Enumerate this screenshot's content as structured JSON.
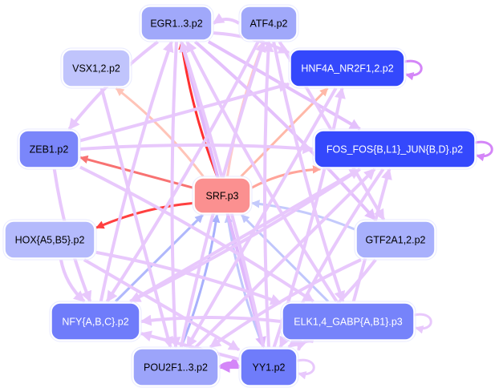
{
  "nodes": [
    {
      "id": "EGR",
      "label": "EGR1..3.p2",
      "fill": "#a0a8fa",
      "text": "#000000"
    },
    {
      "id": "ATF4",
      "label": "ATF4.p2",
      "fill": "#a0a8fa",
      "text": "#000000"
    },
    {
      "id": "VSX",
      "label": "VSX1,2.p2",
      "fill": "#c0c4fc",
      "text": "#000000"
    },
    {
      "id": "HNF4A",
      "label": "HNF4A_NR2F1,2.p2",
      "fill": "#3448fc",
      "text": "#ffffff"
    },
    {
      "id": "ZEB1",
      "label": "ZEB1.p2",
      "fill": "#7a86fa",
      "text": "#000000"
    },
    {
      "id": "FOS",
      "label": "FOS_FOS{B,L1}_JUN{B,D}.p2",
      "fill": "#3448fc",
      "text": "#ffffff"
    },
    {
      "id": "SRF",
      "label": "SRF.p3",
      "fill": "#fb9090",
      "text": "#000000"
    },
    {
      "id": "HOX",
      "label": "HOX{A5,B5}.p2",
      "fill": "#b4bafc",
      "text": "#000000"
    },
    {
      "id": "GTF2A1",
      "label": "GTF2A1,2.p2",
      "fill": "#a8b0fc",
      "text": "#000000"
    },
    {
      "id": "NFY",
      "label": "NFY{A,B,C}.p2",
      "fill": "#6f7cfa",
      "text": "#ffffff"
    },
    {
      "id": "ELK1",
      "label": "ELK1,4_GABP{A,B1}.p3",
      "fill": "#7683fa",
      "text": "#ffffff"
    },
    {
      "id": "POU2F1",
      "label": "POU2F1..3.p2",
      "fill": "#9ca4fa",
      "text": "#000000"
    },
    {
      "id": "YY1",
      "label": "YY1.p2",
      "fill": "#6f7cfa",
      "text": "#000000"
    }
  ],
  "edges": [
    {
      "from": "SRF",
      "to": "EGR",
      "color": "#ff3030"
    },
    {
      "from": "SRF",
      "to": "ZEB1",
      "color": "#f87272"
    },
    {
      "from": "SRF",
      "to": "HOX",
      "color": "#ff4040"
    },
    {
      "from": "SRF",
      "to": "FOS",
      "color": "#ffa49a"
    },
    {
      "from": "SRF",
      "to": "HNF4A",
      "color": "#ffb8a8"
    },
    {
      "from": "SRF",
      "to": "VSX",
      "color": "#ffc4b8"
    },
    {
      "from": "SRF",
      "to": "ATF4",
      "color": "#ffc8c8"
    },
    {
      "from": "NFY",
      "to": "SRF",
      "color": "#b0b8fc"
    },
    {
      "from": "POU2F1",
      "to": "SRF",
      "color": "#a8b0fc"
    },
    {
      "from": "YY1",
      "to": "SRF",
      "color": "#c0c6fc"
    },
    {
      "from": "ELK1",
      "to": "SRF",
      "color": "#c0c6fc"
    },
    {
      "from": "GTF2A1",
      "to": "SRF",
      "color": "#c4cafc"
    },
    {
      "from": "POU2F1",
      "to": "YY1",
      "color": "#d486f8"
    },
    {
      "from": "YY1",
      "to": "POU2F1",
      "color": "#d486f8"
    },
    {
      "from": "ATF4",
      "to": "EGR",
      "color": "#e8c8fc"
    },
    {
      "from": "EGR",
      "to": "HNF4A",
      "color": "#e8c8fc"
    },
    {
      "from": "EGR",
      "to": "FOS",
      "color": "#e4c0fc"
    },
    {
      "from": "EGR",
      "to": "ZEB1",
      "color": "#e8c8fc"
    },
    {
      "from": "EGR",
      "to": "GTF2A1",
      "color": "#e4c0fc"
    },
    {
      "from": "EGR",
      "to": "YY1",
      "color": "#e0b8fc"
    },
    {
      "from": "EGR",
      "to": "POU2F1",
      "color": "#e8c8fc"
    },
    {
      "from": "ZEB1",
      "to": "FOS",
      "color": "#e8c8fc"
    },
    {
      "from": "ZEB1",
      "to": "HNF4A",
      "color": "#e8c8fc"
    },
    {
      "from": "ZEB1",
      "to": "NFY",
      "color": "#e8c8fc"
    },
    {
      "from": "ZEB1",
      "to": "ELK1",
      "color": "#e8c8fc"
    },
    {
      "from": "VSX",
      "to": "POU2F1",
      "color": "#e8c8fc"
    },
    {
      "from": "HOX",
      "to": "NFY",
      "color": "#e8c8fc"
    },
    {
      "from": "HOX",
      "to": "ELK1",
      "color": "#e8c8fc"
    },
    {
      "from": "HOX",
      "to": "YY1",
      "color": "#e8c8fc"
    },
    {
      "from": "ELK1",
      "to": "NFY",
      "color": "#e8c8fc"
    },
    {
      "from": "ELK1",
      "to": "EGR",
      "color": "#e8c8fc"
    },
    {
      "from": "ELK1",
      "to": "FOS",
      "color": "#e8c8fc"
    },
    {
      "from": "ELK1",
      "to": "YY1",
      "color": "#e8c8fc"
    },
    {
      "from": "NFY",
      "to": "EGR",
      "color": "#e8c8fc"
    },
    {
      "from": "NFY",
      "to": "FOS",
      "color": "#e8c8fc"
    },
    {
      "from": "YY1",
      "to": "EGR",
      "color": "#e8c8fc"
    },
    {
      "from": "YY1",
      "to": "ATF4",
      "color": "#e8c8fc"
    },
    {
      "from": "YY1",
      "to": "NFY",
      "color": "#e8c8fc"
    },
    {
      "from": "YY1",
      "to": "HNF4A",
      "color": "#e8c8fc"
    },
    {
      "from": "POU2F1",
      "to": "ATF4",
      "color": "#e8c8fc"
    },
    {
      "from": "POU2F1",
      "to": "FOS",
      "color": "#e8c8fc"
    },
    {
      "from": "GTF2A1",
      "to": "POU2F1",
      "color": "#e8c8fc"
    },
    {
      "from": "GTF2A1",
      "to": "YY1",
      "color": "#e8c8fc"
    },
    {
      "from": "ATF4",
      "to": "GTF2A1",
      "color": "#e8c8fc"
    },
    {
      "from": "ATF4",
      "to": "ELK1",
      "color": "#e8c8fc"
    },
    {
      "from": "ATF4",
      "to": "NFY",
      "color": "#e8c8fc"
    },
    {
      "from": "HNF4A",
      "to": "POU2F1",
      "color": "#e8c8fc"
    },
    {
      "from": "FOS",
      "to": "YY1",
      "color": "#e8c8fc"
    },
    {
      "from": "FOS",
      "to": "NFY",
      "color": "#e8c8fc"
    }
  ],
  "self_loops": [
    {
      "node": "HNF4A",
      "color": "#d486f8"
    },
    {
      "node": "FOS",
      "color": "#d486f8"
    },
    {
      "node": "ELK1",
      "color": "#e8c8fc"
    },
    {
      "node": "YY1",
      "color": "#e8c8fc"
    }
  ]
}
